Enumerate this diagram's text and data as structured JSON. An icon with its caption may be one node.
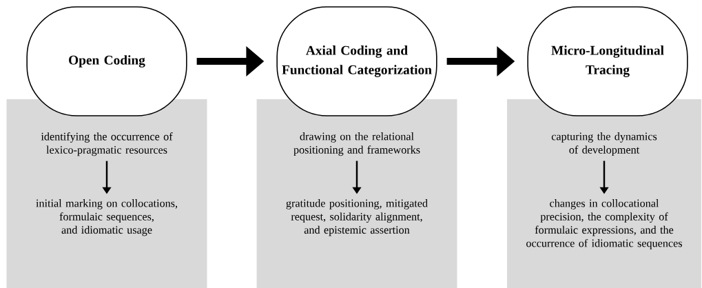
{
  "diagram": {
    "nodes": [
      {
        "text": [
          "Open Coding"
        ]
      },
      {
        "text": [],
        "shape": "box"
      },
      {
        "text": [
          "identifying the occurrence of lexico-pragmatic resources"
        ],
        "in": 1
      },
      {
        "text": [
          "initial marking on collocations, formulaic sequences, and idiomatic usage"
        ],
        "in": 1
      },
      {
        "text": [
          "Axial Coding and Functional Categorization"
        ]
      },
      {
        "text": [],
        "shape": "box"
      },
      {
        "text": [
          "drawing on the relational positioning and frameworks"
        ],
        "in": 5
      },
      {
        "text": [
          "gratitude positioning, mitigated request, solidarity alignment, and epistemic assertion"
        ],
        "in": 5
      },
      {
        "text": [
          "Micro-Longitudinal Tracing"
        ]
      },
      {
        "text": [],
        "shape": "box"
      },
      {
        "text": [
          "capturing the dynamics of development"
        ],
        "in": 9
      },
      {
        "text": [
          "changes in collocational precision, the complexity of formulaic expressions, and the occurrence of idiomatic sequences"
        ],
        "in": 9
      }
    ],
    "edges": [
      {
        "from": 0,
        "to": 4,
        "arrow": "to",
        "style": "thick"
      },
      {
        "from": 4,
        "to": 8,
        "arrow": "to",
        "style": "thick"
      },
      {
        "from": 2,
        "to": 3,
        "arrow": "to"
      },
      {
        "from": 6,
        "to": 7,
        "arrow": "to"
      },
      {
        "from": 10,
        "to": 11,
        "arrow": "to"
      }
    ]
  }
}
